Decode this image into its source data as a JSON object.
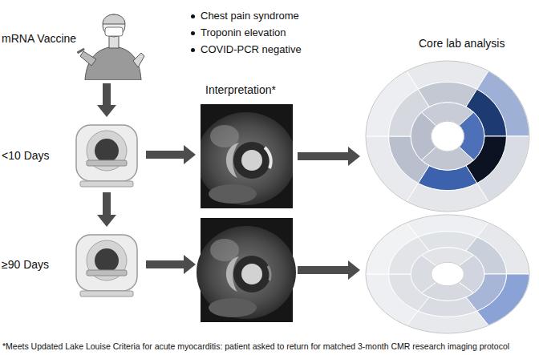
{
  "diagram": {
    "nodes": [
      {
        "text": [
          "mRNA Vaccine"
        ]
      },
      {
        "text": [
          "<10 Days"
        ]
      },
      {
        "text": [
          "≥90 Days"
        ]
      },
      {
        "text": [
          "Interpretation*"
        ]
      },
      {
        "text": [
          "Core lab analysis"
        ]
      }
    ],
    "edges": [
      {
        "from": 0,
        "to": 1,
        "arrow": "to"
      },
      {
        "from": 1,
        "to": 2,
        "arrow": "to"
      },
      {
        "from": 1,
        "to": 3,
        "arrow": "to"
      },
      {
        "from": 3,
        "to": 4,
        "arrow": "to"
      }
    ],
    "labels": [
      "Chest pain syndrome",
      "Troponin elevation",
      "COVID-PCR negative",
      "*Meets Updated Lake Louise Criteria for acute myocarditis: patient asked to return for matched 3-month CMR research imaging protocol"
    ]
  }
}
